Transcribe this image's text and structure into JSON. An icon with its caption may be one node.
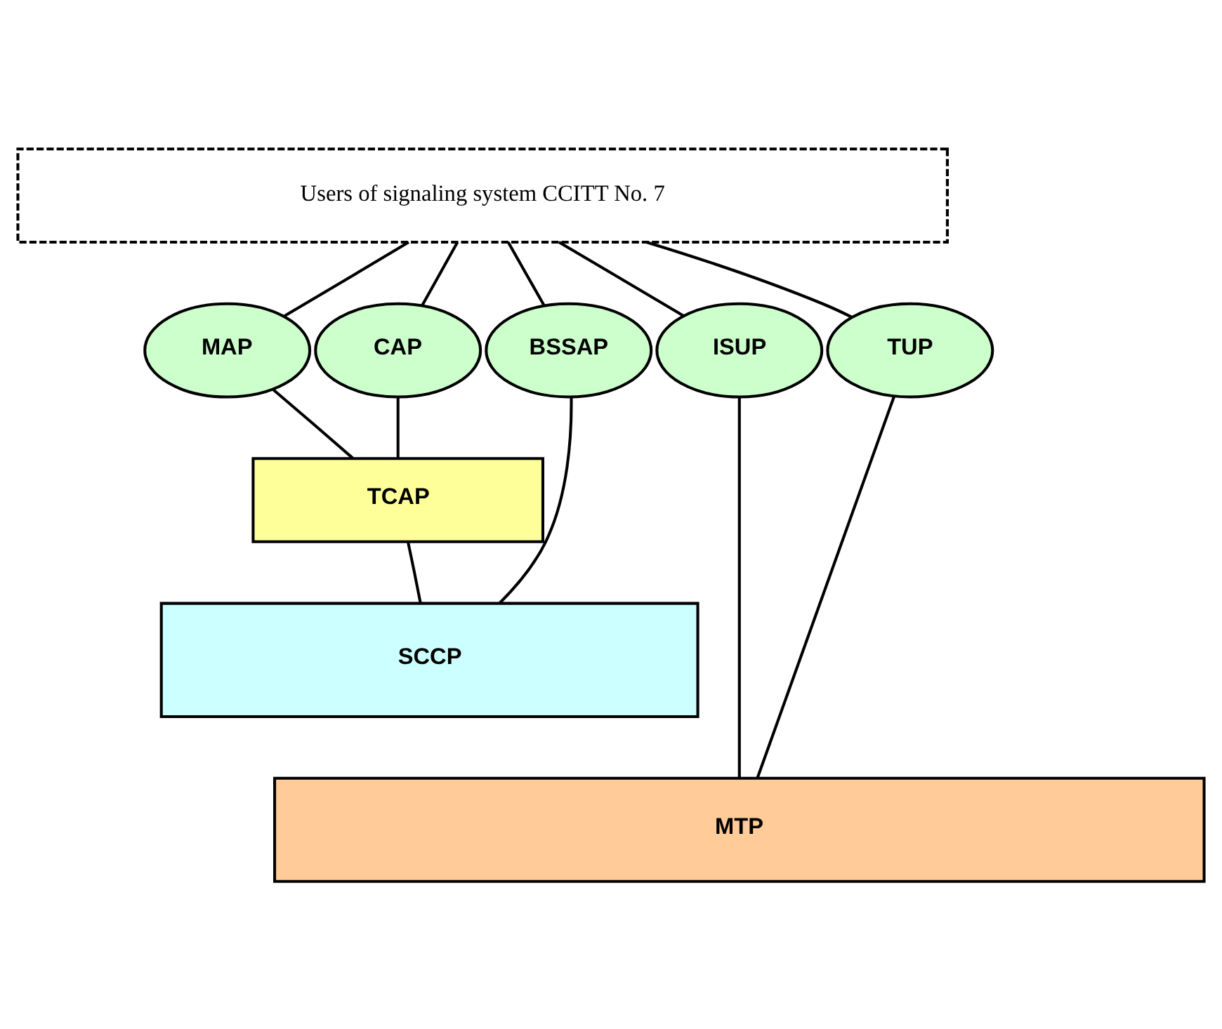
{
  "diagram": {
    "nodes": [
      {
        "text": [
          "Users of signaling system CCITT No. 7"
        ]
      },
      {
        "text": [
          "MAP"
        ]
      },
      {
        "text": [
          "CAP"
        ]
      },
      {
        "text": [
          "BSSAP"
        ]
      },
      {
        "text": [
          "ISUP"
        ]
      },
      {
        "text": [
          "TUP"
        ]
      },
      {
        "text": [
          "TCAP"
        ]
      },
      {
        "text": [
          "SCCP"
        ]
      },
      {
        "text": [
          "MTP"
        ]
      }
    ],
    "edges": [
      {
        "from": 0,
        "to": 1,
        "arrow": "none"
      },
      {
        "from": 0,
        "to": 2,
        "arrow": "none"
      },
      {
        "from": 0,
        "to": 3,
        "arrow": "none"
      },
      {
        "from": 0,
        "to": 4,
        "arrow": "none"
      },
      {
        "from": 0,
        "to": 5,
        "arrow": "none"
      },
      {
        "from": 1,
        "to": 6,
        "arrow": "none"
      },
      {
        "from": 2,
        "to": 6,
        "arrow": "none"
      },
      {
        "from": 6,
        "to": 7,
        "arrow": "none"
      },
      {
        "from": 3,
        "to": 7,
        "arrow": "none"
      },
      {
        "from": 4,
        "to": 8,
        "arrow": "none"
      },
      {
        "from": 5,
        "to": 8,
        "arrow": "none"
      }
    ]
  }
}
